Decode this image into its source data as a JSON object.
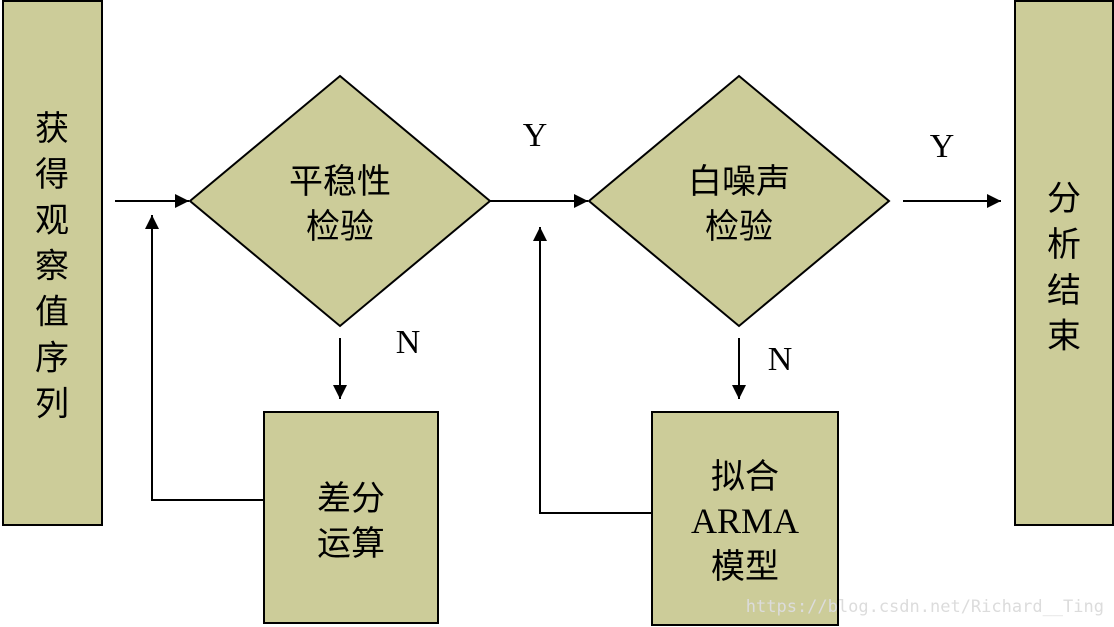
{
  "colors": {
    "node_fill": "#cccc99",
    "stroke": "#000000",
    "background": "#ffffff",
    "watermark": "#dcdcdc"
  },
  "nodes": {
    "start": {
      "label": "获得观察值序列",
      "shape": "rectangle"
    },
    "stationarity_test": {
      "label_lines": [
        "平稳性",
        "检验"
      ],
      "shape": "diamond"
    },
    "differencing": {
      "label_lines": [
        "差分",
        "运算"
      ],
      "shape": "rectangle"
    },
    "white_noise_test": {
      "label_lines": [
        "白噪声",
        "检验"
      ],
      "shape": "diamond"
    },
    "fit_arma": {
      "label_lines": [
        "拟合",
        "ARMA",
        "模型"
      ],
      "shape": "rectangle"
    },
    "end": {
      "label": "分析结束",
      "shape": "rectangle"
    }
  },
  "edges": {
    "stationarity_yes": "Y",
    "stationarity_no": "N",
    "white_noise_yes": "Y",
    "white_noise_no": "N"
  },
  "watermark": "https://blog.csdn.net/Richard__Ting"
}
